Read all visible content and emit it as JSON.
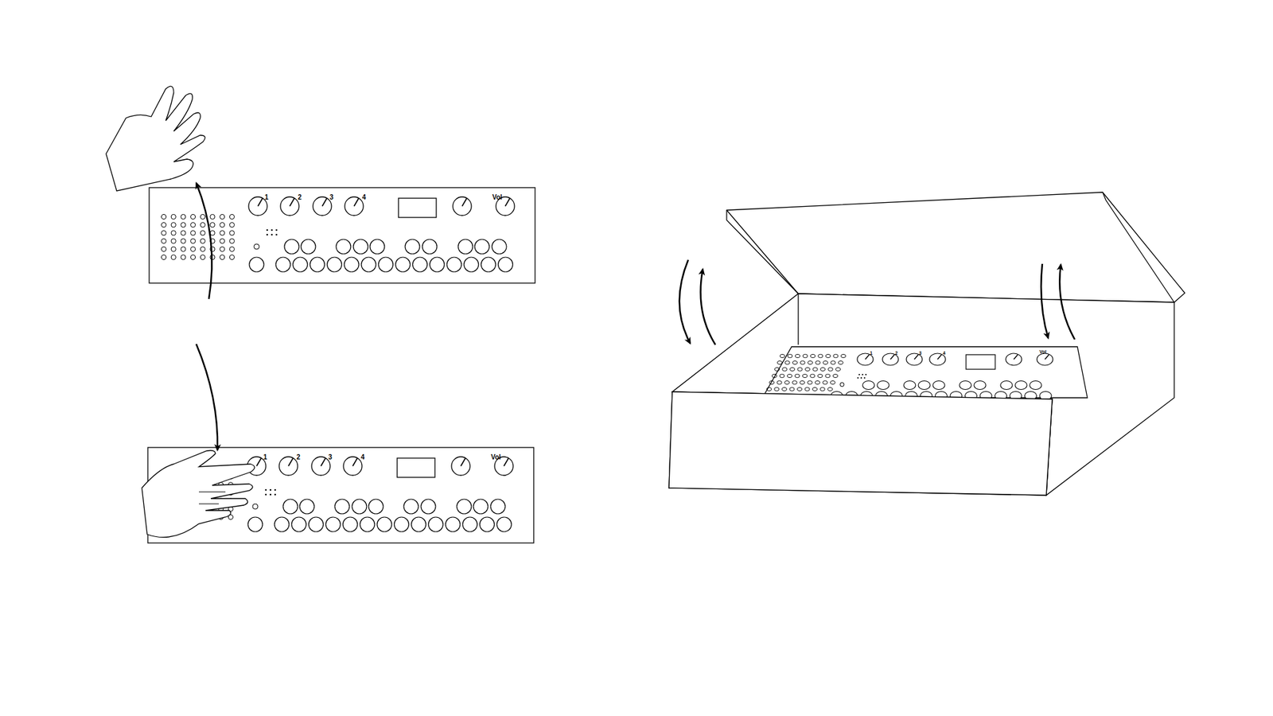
{
  "diagram": {
    "labels": [
      "1",
      "2",
      "3",
      "4",
      "Vol",
      "1",
      "2",
      "3",
      "4",
      "Vol",
      "1",
      "2",
      "3",
      "4",
      "Vol"
    ]
  }
}
